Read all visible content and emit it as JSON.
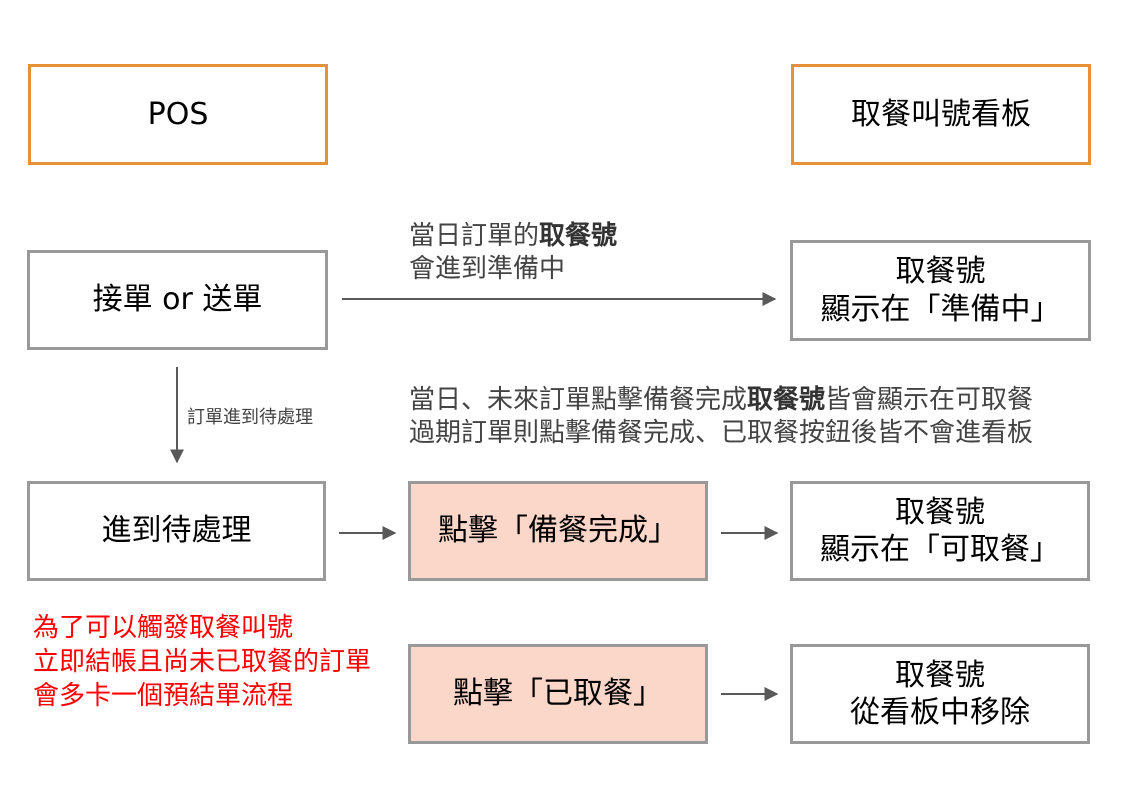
{
  "boxes": {
    "pos": "POS",
    "board": "取餐叫號看板",
    "accept_send": "接單 or 送單",
    "to_pending": "進到待處理",
    "click_ready": "點擊「備餐完成」",
    "click_picked": "點擊「已取餐」",
    "board_preparing_line1": "取餐號",
    "board_preparing_line2": "顯示在「準備中」",
    "board_pickup_line1": "取餐號",
    "board_pickup_line2": "顯示在「可取餐」",
    "board_remove_line1": "取餐號",
    "board_remove_line2": "從看板中移除"
  },
  "notes": {
    "top_line1_pre": "當日訂單的",
    "top_line1_bold": "取餐號",
    "top_line2": "會進到準備中",
    "mid_line1_pre": "當日、未來訂單點擊備餐完成",
    "mid_line1_bold": "取餐號",
    "mid_line1_post": "皆會顯示在可取餐",
    "mid_line2": "過期訂單則點擊備餐完成、已取餐按鈕後皆不會進看板",
    "vertical_label": "訂單進到待處理",
    "red_line1": "為了可以觸發取餐叫號",
    "red_line2": "立即結帳且尚未已取餐的訂單",
    "red_line3": "會多卡一個預結單流程"
  },
  "colors": {
    "orange_border": "#e69138",
    "gray_border": "#999999",
    "pink_fill": "#fbd7c9",
    "red_text": "#ff0000",
    "arrow": "#595959"
  }
}
